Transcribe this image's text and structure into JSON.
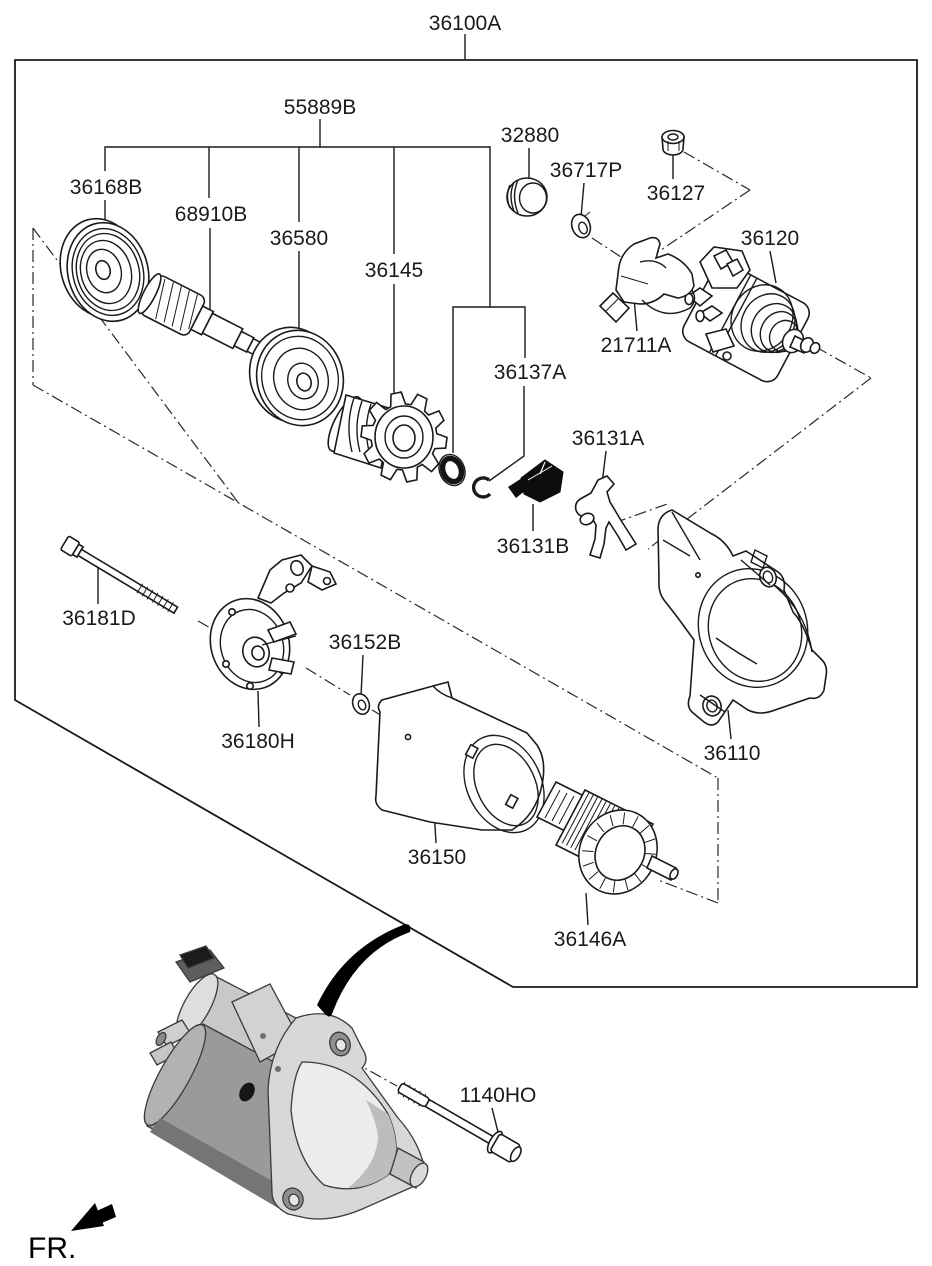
{
  "colors": {
    "background": "#ffffff",
    "line_art": "#1a1a1a",
    "solid_black": "#000000",
    "render_light": "#e9e9e9",
    "render_mid": "#b9b9b9",
    "render_dark": "#6f6f6f"
  },
  "diagram": {
    "assembly": {
      "label": "36100A"
    },
    "group": {
      "label": "55889B"
    },
    "direction": {
      "label": "FR.",
      "icon": "direction-arrow"
    },
    "assembled_view_icon": "curved-swoosh-arrow",
    "parts": [
      {
        "label": "36168B"
      },
      {
        "label": "68910B"
      },
      {
        "label": "36580"
      },
      {
        "label": "36145"
      },
      {
        "label": "32880"
      },
      {
        "label": "36717P"
      },
      {
        "label": "36127"
      },
      {
        "label": "36120"
      },
      {
        "label": "21711A"
      },
      {
        "label": "36137A"
      },
      {
        "label": "36131A"
      },
      {
        "label": "36131B"
      },
      {
        "label": "36181D"
      },
      {
        "label": "36152B"
      },
      {
        "label": "36180H"
      },
      {
        "label": "36110"
      },
      {
        "label": "36150"
      },
      {
        "label": "36146A"
      },
      {
        "label": "1140HO"
      }
    ]
  }
}
